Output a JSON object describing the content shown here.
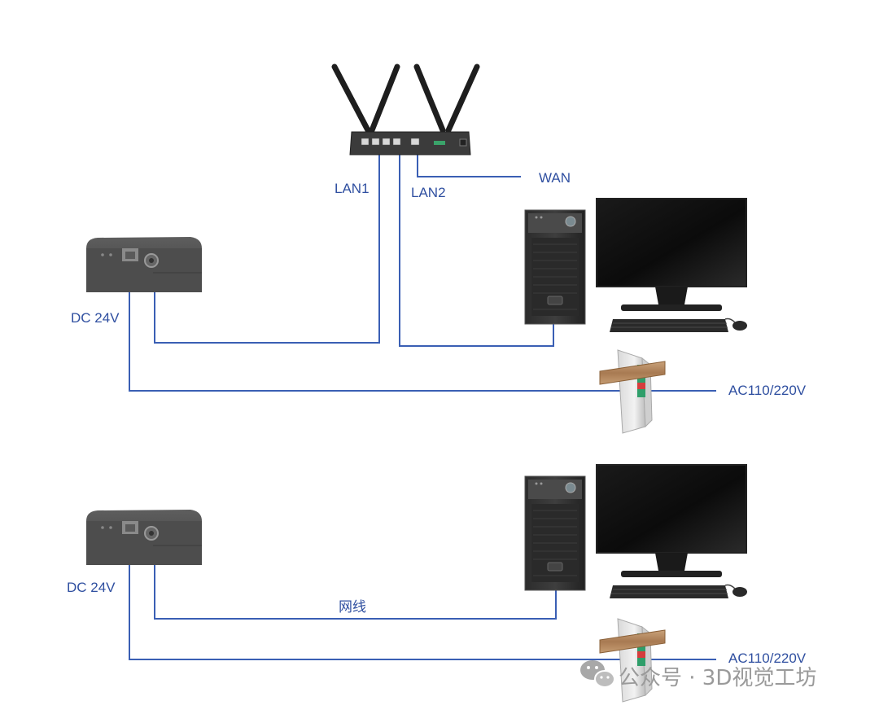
{
  "labels": {
    "wan": "WAN",
    "lan1": "LAN1",
    "lan2": "LAN2",
    "dc_top": "DC 24V",
    "ac_top": "AC110/220V",
    "dc_bottom": "DC 24V",
    "cable": "网线",
    "ac_bottom": "AC110/220V"
  },
  "watermark": {
    "text": "公众号 · 3D视觉工坊",
    "icon": "wechat-icon"
  },
  "colors": {
    "wire": "#3a5fb4",
    "label": "#2f4fa0",
    "device_dark": "#4a4a4a",
    "monitor_black": "#111111"
  },
  "icons": [
    "router-icon",
    "camera-box-icon",
    "pc-tower-icon",
    "monitor-icon",
    "keyboard-icon",
    "mouse-icon",
    "din-power-supply-icon",
    "wechat-icon"
  ]
}
